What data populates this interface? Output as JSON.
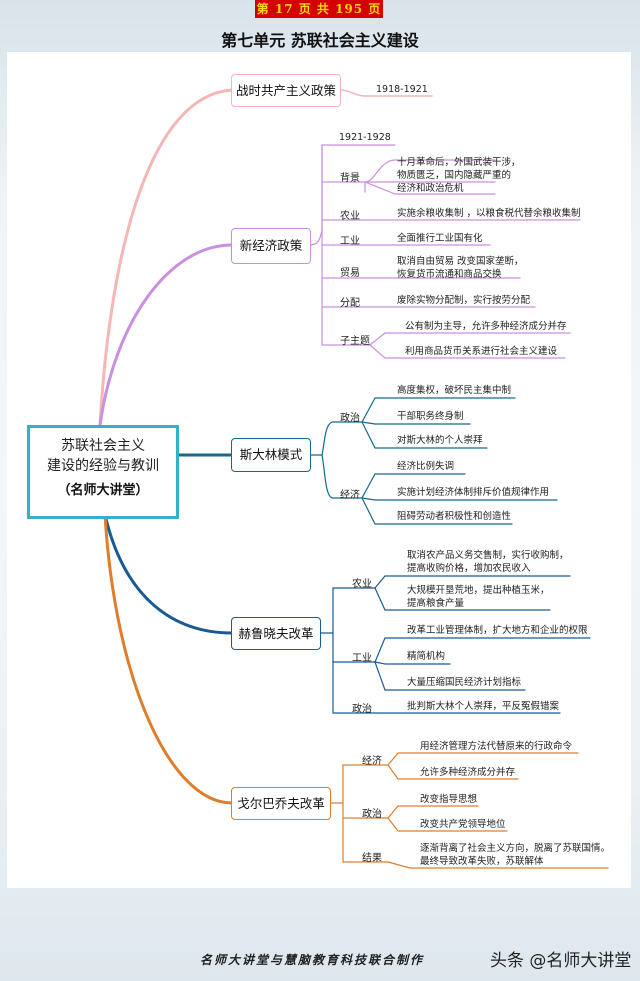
{
  "header": {
    "page_indicator": "第 17 页 共 195 页",
    "title": "第七单元  苏联社会主义建设"
  },
  "root": {
    "line1": "苏联社会主义",
    "line2": "建设的经验与教训",
    "line3": "（名师大讲堂）"
  },
  "branches": {
    "war_communism": {
      "label": "战时共产主义政策",
      "years": "1918-1921"
    },
    "nep": {
      "label": "新经济政策",
      "years": "1921-1928",
      "background": {
        "label": "背景",
        "text1": "十月革命后，外国武装干涉，",
        "text2": "物质匮乏，国内隐藏严重的",
        "text3": "经济和政治危机"
      },
      "agriculture": {
        "label": "农业",
        "text": "实施余粮收集制 ，以粮食税代替余粮收集制"
      },
      "industry": {
        "label": "工业",
        "text": "全面推行工业国有化"
      },
      "trade": {
        "label": "贸易",
        "text1": "取消自由贸易 改变国家垄断，",
        "text2": "恢复货币流通和商品交换"
      },
      "distribution": {
        "label": "分配",
        "text": "废除实物分配制，实行按劳分配"
      },
      "subtopic": {
        "label": "子主题",
        "text1": "公有制为主导，允许多种经济成分并存",
        "text2": "利用商品货币关系进行社会主义建设"
      }
    },
    "stalin": {
      "label": "斯大林模式",
      "politics": {
        "label": "政治",
        "items": [
          "高度集权，破坏民主集中制",
          "干部职务终身制",
          "对斯大林的个人崇拜"
        ]
      },
      "economy": {
        "label": "经济",
        "items": [
          "经济比例失调",
          "实施计划经济体制排斥价值规律作用",
          "阻碍劳动者积极性和创造性"
        ]
      }
    },
    "khrushchev": {
      "label": "赫鲁晓夫改革",
      "agriculture": {
        "label": "农业",
        "a1": "取消农产品义务交售制，实行收购制，",
        "a2": "提高收购价格，增加农民收入",
        "b1": "大规模开垦荒地，提出种植玉米，",
        "b2": "提高粮食产量"
      },
      "industry": {
        "label": "工业",
        "items": [
          "改革工业管理体制，扩大地方和企业的权限",
          "精简机构",
          "大量压缩国民经济计划指标"
        ]
      },
      "politics": {
        "label": "政治",
        "text": "批判斯大林个人崇拜，平反冤假错案"
      }
    },
    "gorbachev": {
      "label": "戈尔巴乔夫改革",
      "economy": {
        "label": "经济",
        "items": [
          "用经济管理方法代替原来的行政命令",
          "允许多种经济成分并存"
        ]
      },
      "politics": {
        "label": "政治",
        "items": [
          "改变指导思想",
          "改变共产党领导地位"
        ]
      },
      "result": {
        "label": "结果",
        "text1": "逐渐背离了社会主义方向，脱离了苏联国情。",
        "text2": "最终导致改革失败，苏联解体"
      }
    }
  },
  "footer": {
    "credit": "名师大讲堂与慧脑教育科技联合制作",
    "watermark": "头条 @名师大讲堂"
  },
  "colors": {
    "war": "#f4b6b6",
    "nep": "#c990e0",
    "stalin": "#146a8a",
    "khrushchev": "#1a5a93",
    "gorbachev": "#e07d2a",
    "root_border": "#39aecb",
    "badge_bg": "#d40000",
    "badge_text": "#ffd800"
  }
}
